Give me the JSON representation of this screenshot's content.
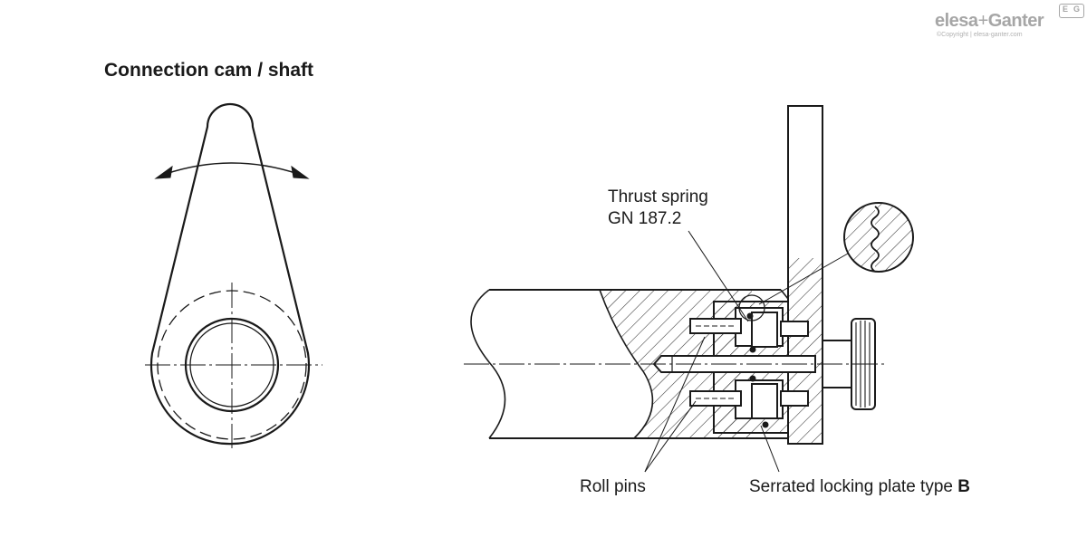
{
  "title": "Connection cam / shaft",
  "labels": {
    "thrust_spring_line1": "Thrust spring",
    "thrust_spring_line2": "GN 187.2",
    "roll_pins": "Roll pins",
    "serrated_plate": "Serrated locking plate type ",
    "serrated_plate_bold": "B"
  },
  "brand": {
    "name_a": "elesa",
    "plus": "+",
    "name_b": "Ganter",
    "copyright": "©Copyright | elesa-ganter.com",
    "badge_left": "E",
    "badge_right": "G"
  },
  "colors": {
    "line": "#1a1a1a",
    "hatch": "#333333",
    "brand": "#a6a6a6"
  },
  "icons": [
    "rotation-arrow-icon",
    "knurled-knob-icon"
  ]
}
